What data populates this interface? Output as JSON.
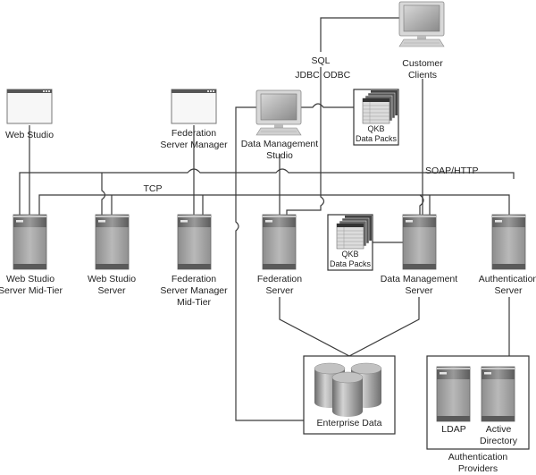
{
  "title": "Enterprise Architecture Diagram",
  "protocols": {
    "sql": "SQL",
    "jdbc": "JDBC",
    "odbc": "ODBC",
    "soap": "SOAP/HTTP",
    "tcp": "TCP"
  },
  "clients": {
    "web_studio": "Web Studio",
    "federation_server_manager": "Federation\nServer Manager",
    "data_management_studio": "Data Management\nStudio",
    "customer_clients": "Customer\nClients"
  },
  "servers": {
    "web_studio_mid_tier": "Web Studio\nServer Mid-Tier",
    "web_studio_server": "Web Studio\nServer",
    "fsm_mid_tier": "Federation\nServer Manager\nMid-Tier",
    "federation_server": "Federation\nServer",
    "data_management_server": "Data Management\nServer",
    "authentication_server": "Authentication\nServer"
  },
  "qkb_top": "QKB\nData Packs",
  "qkb_mid": "QKB\nData Packs",
  "enterprise_data": "Enterprise Data",
  "auth_providers": {
    "ldap": "LDAP",
    "active_directory": "Active\nDirectory",
    "group_label": "Authentication\nProviders"
  },
  "colors": {
    "line": "#3a3a3a",
    "server_body": "#a8a8a8",
    "server_top": "#6e6e6e",
    "server_base": "#5a5a5a",
    "box_border": "#333333"
  }
}
